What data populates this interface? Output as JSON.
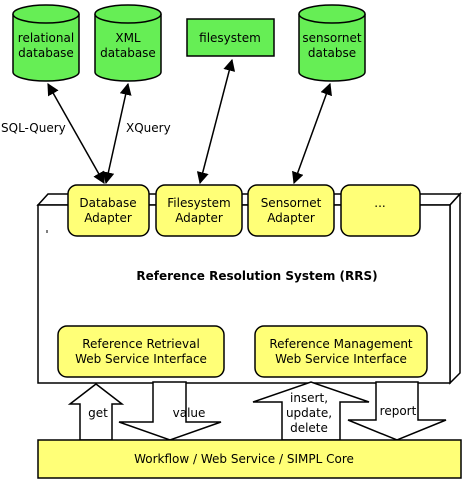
{
  "sources": {
    "relational_line1": "relational",
    "relational_line2": "database",
    "xml_line1": "XML",
    "xml_line2": "database",
    "filesystem": "filesystem",
    "sensornet_line1": "sensornet",
    "sensornet_line2": "databse"
  },
  "edges": {
    "sql_query": "SQL-Query",
    "xquery": "XQuery"
  },
  "adapters": {
    "database_line1": "Database",
    "database_line2": "Adapter",
    "filesystem_line1": "Filesystem",
    "filesystem_line2": "Adapter",
    "sensornet_line1": "Sensornet",
    "sensornet_line2": "Adapter",
    "more": "..."
  },
  "rrs_title": "Reference Resolution System (RRS)",
  "interfaces": {
    "retrieval_line1": "Reference Retrieval",
    "retrieval_line2": "Web Service Interface",
    "management_line1": "Reference Management",
    "management_line2": "Web Service Interface"
  },
  "arrows": {
    "get": "get",
    "value": "value",
    "insert": "insert,",
    "update": "update,",
    "delete": "delete",
    "report": "report"
  },
  "core": "Workflow / Web Service / SIMPL Core",
  "colors": {
    "green": "#66ee55",
    "yellow": "#ffff77",
    "outline": "#000000"
  }
}
